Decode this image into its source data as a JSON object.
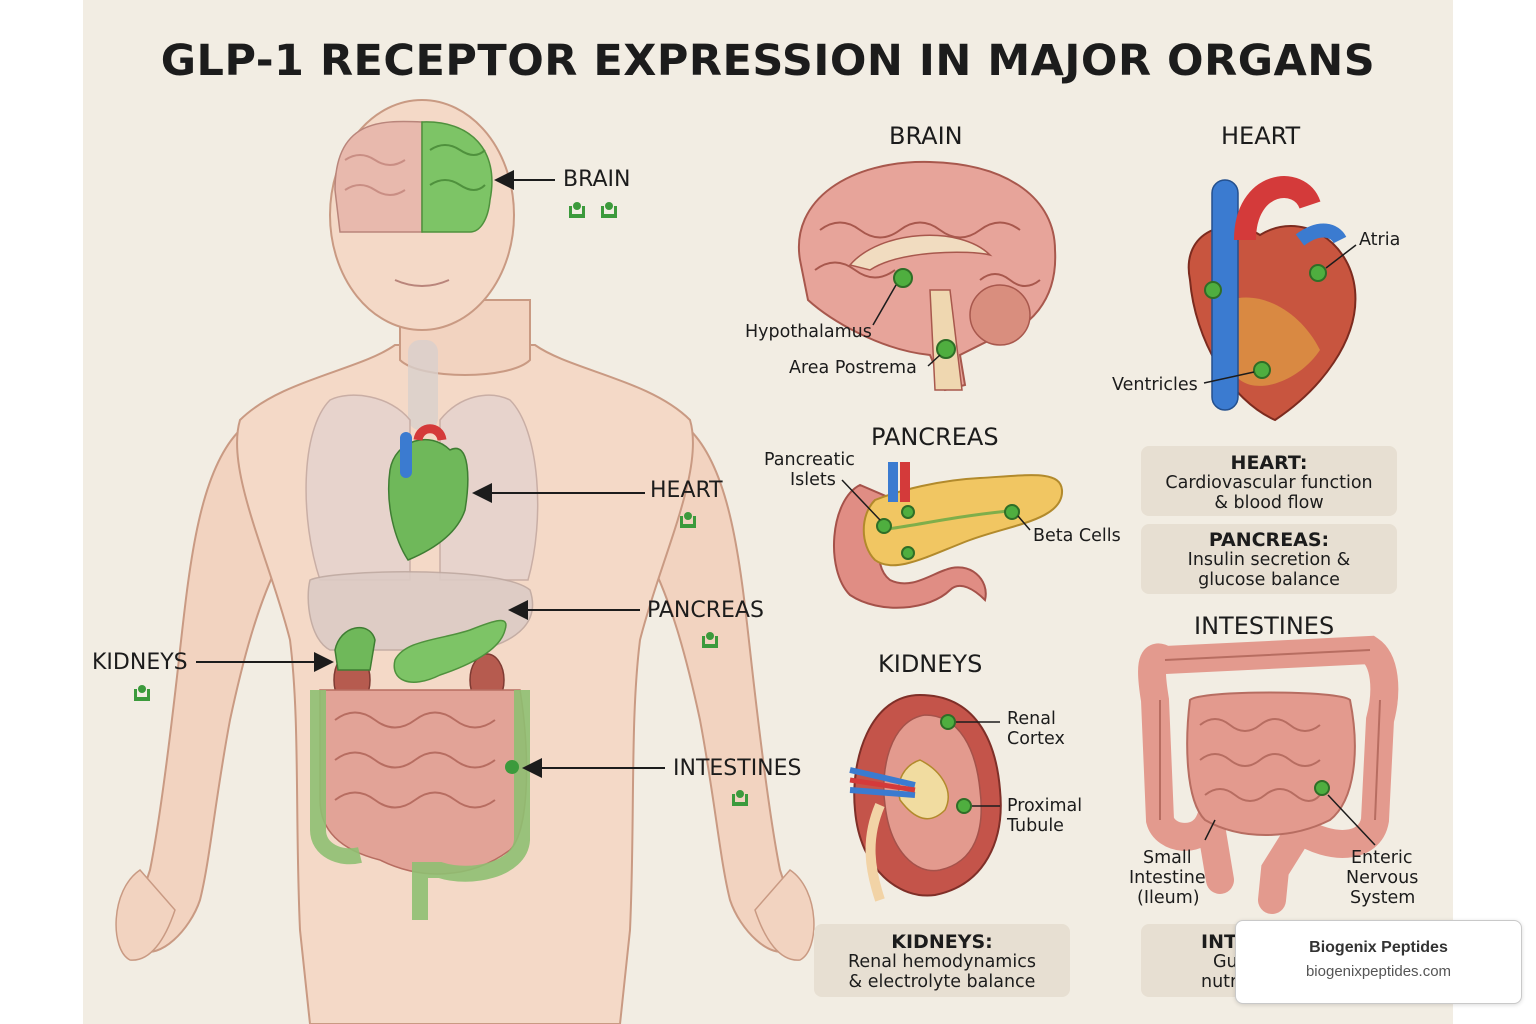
{
  "title": "GLP-1 RECEPTOR EXPRESSION IN MAJOR ORGANS",
  "colors": {
    "background": "#f2ede3",
    "receptor_green": "#3c9a3c",
    "organ_pink": "#e39a8e",
    "card": "#e7dfd2"
  },
  "body_callouts": {
    "brain": "BRAIN",
    "heart": "HEART",
    "pancreas": "PANCREAS",
    "kidneys": "KIDNEYS",
    "intestines": "INTESTINES"
  },
  "panels": {
    "brain": {
      "title": "BRAIN",
      "labels": [
        "Hypothalamus",
        "Area Postrema"
      ]
    },
    "heart": {
      "title": "HEART",
      "labels": [
        "Atria",
        "Ventricles"
      ]
    },
    "pancreas": {
      "title": "PANCREAS",
      "labels": [
        "Pancreatic",
        "Islets",
        "Beta Cells"
      ]
    },
    "kidneys": {
      "title": "KIDNEYS",
      "labels": [
        "Renal",
        "Cortex",
        "Proximal",
        "Tubule"
      ]
    },
    "intestines": {
      "title": "INTESTINES",
      "labels": [
        "Small",
        "Intestine",
        "(Ileum)",
        "Enteric",
        "Nervous",
        "System"
      ]
    }
  },
  "cards": {
    "heart": {
      "heading": "HEART:",
      "line1": "Cardiovascular function",
      "line2": "& blood flow"
    },
    "pancreas": {
      "heading": "PANCREAS:",
      "line1": "Insulin secretion &",
      "line2": "glucose balance"
    },
    "kidneys": {
      "heading": "KIDNEYS:",
      "line1": "Renal hemodynamics",
      "line2": "& electrolyte balance"
    },
    "intestines": {
      "heading": "INT",
      "line1": "Gut",
      "line2": "nutrie"
    }
  },
  "badge": {
    "name": "Biogenix Peptides",
    "url": "biogenixpeptides.com"
  },
  "icons": [
    "receptor-icon",
    "arrow-icon"
  ]
}
